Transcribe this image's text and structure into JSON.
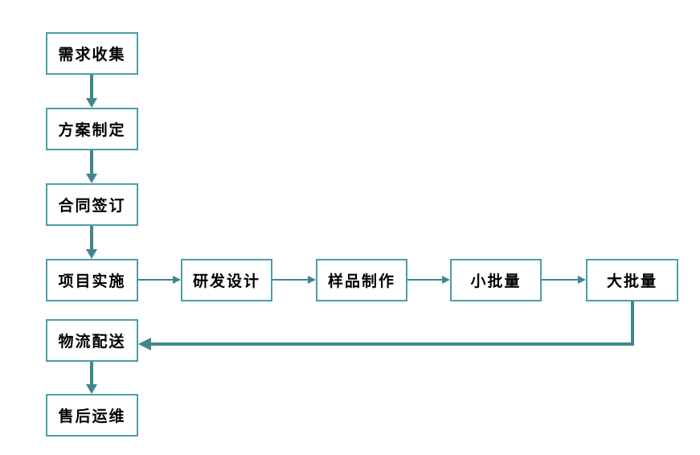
{
  "page": {
    "background": "#ffffff"
  },
  "diagram": {
    "type": "flowchart",
    "colors": {
      "box_border": "#4d9ea6",
      "box_fill": "#ffffff",
      "arrow": "#40868f",
      "text": "#000000"
    },
    "nodes": [
      {
        "id": "requirements-collection",
        "label": "需求收集"
      },
      {
        "id": "plan-formulation",
        "label": "方案制定"
      },
      {
        "id": "contract-signing",
        "label": "合同签订"
      },
      {
        "id": "project-implementation",
        "label": "项目实施"
      },
      {
        "id": "rd-design",
        "label": "研发设计"
      },
      {
        "id": "sample-production",
        "label": "样品制作"
      },
      {
        "id": "small-batch",
        "label": "小批量"
      },
      {
        "id": "large-batch",
        "label": "大批量"
      },
      {
        "id": "logistics-delivery",
        "label": "物流配送"
      },
      {
        "id": "after-sales-maintenance",
        "label": "售后运维"
      }
    ],
    "edges": [
      {
        "from": "需求收集",
        "to": "方案制定",
        "style": "thick-vertical-arrow"
      },
      {
        "from": "方案制定",
        "to": "合同签订",
        "style": "thick-vertical-arrow"
      },
      {
        "from": "合同签订",
        "to": "项目实施",
        "style": "thick-vertical-arrow"
      },
      {
        "from": "项目实施",
        "to": "研发设计",
        "style": "thin-horizontal-arrow"
      },
      {
        "from": "研发设计",
        "to": "样品制作",
        "style": "thin-horizontal-arrow"
      },
      {
        "from": "样品制作",
        "to": "小批量",
        "style": "thin-horizontal-arrow"
      },
      {
        "from": "小批量",
        "to": "大批量",
        "style": "thin-horizontal-arrow"
      },
      {
        "from": "大批量",
        "to": "物流配送",
        "style": "thick-elbow-arrow"
      },
      {
        "from": "物流配送",
        "to": "售后运维",
        "style": "thick-vertical-arrow"
      }
    ]
  }
}
